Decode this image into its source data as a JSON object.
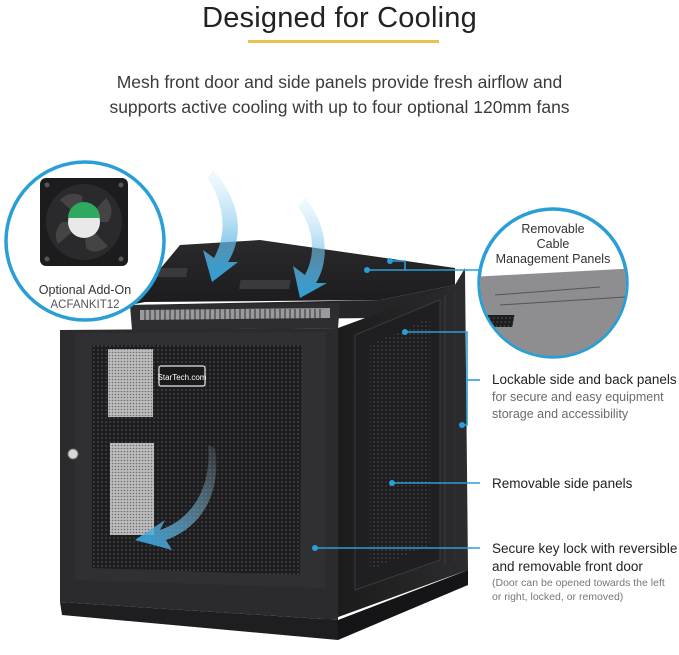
{
  "header": {
    "title": "Designed for Cooling",
    "accent_color": "#e9c150",
    "subtitle_line1": "Mesh front door and side panels provide fresh airflow and",
    "subtitle_line2": "supports active cooling with up to four optional 120mm fans"
  },
  "fan_inset": {
    "label_line1": "Optional Add-On",
    "label_line2": "ACFANKIT12",
    "border_color": "#2a9fd6"
  },
  "cable_inset": {
    "label_line1": "Removable",
    "label_line2": "Cable",
    "label_line3": "Management Panels",
    "border_color": "#2a9fd6"
  },
  "cabinet": {
    "brand_plate": "StarTech.com",
    "body_color": "#2a2a2c",
    "arrow_color": "#3aa6dc"
  },
  "callouts": [
    {
      "title": "Lockable side and back panels",
      "detail_line1": "for secure and easy equipment",
      "detail_line2": "storage and accessibility"
    },
    {
      "title": "Removable side panels"
    },
    {
      "title_line1": "Secure key lock with reversible",
      "title_line2": "and removable front door",
      "note_line1": "(Door can be opened towards the left",
      "note_line2": "or right, locked, or removed)"
    }
  ],
  "callout_line_color": "#2a9fd6"
}
